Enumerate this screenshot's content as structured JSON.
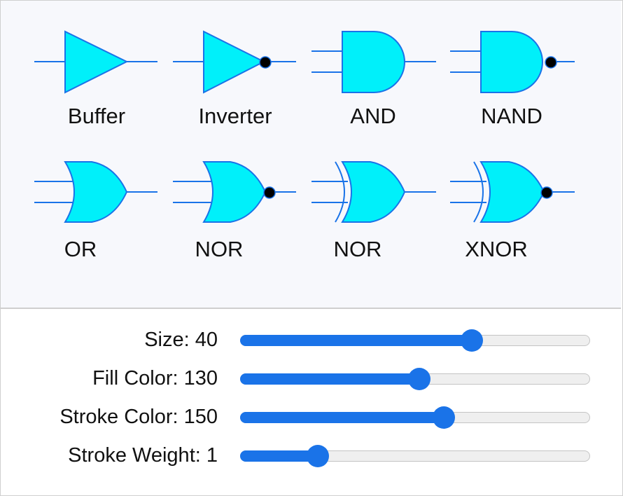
{
  "gates": [
    {
      "id": "buffer",
      "label": "Buffer"
    },
    {
      "id": "inverter",
      "label": "Inverter"
    },
    {
      "id": "and",
      "label": "AND"
    },
    {
      "id": "nand",
      "label": "NAND"
    },
    {
      "id": "or",
      "label": "OR"
    },
    {
      "id": "nor",
      "label": "NOR"
    },
    {
      "id": "xor",
      "label": "NOR"
    },
    {
      "id": "xnor",
      "label": "XNOR"
    }
  ],
  "colors": {
    "gate_fill": "#00f0fa",
    "gate_stroke": "#1a73e8",
    "bubble": "#000000",
    "slider_active": "#1a73e8",
    "slider_track": "#efefef"
  },
  "controls": [
    {
      "key": "size",
      "label": "Size: 40",
      "value": 40,
      "fraction": 0.66
    },
    {
      "key": "fill",
      "label": "Fill Color: 130",
      "value": 130,
      "fraction": 0.51
    },
    {
      "key": "stroke",
      "label": "Stroke Color: 150",
      "value": 150,
      "fraction": 0.58
    },
    {
      "key": "weight",
      "label": "Stroke Weight: 1",
      "value": 1,
      "fraction": 0.22
    }
  ]
}
